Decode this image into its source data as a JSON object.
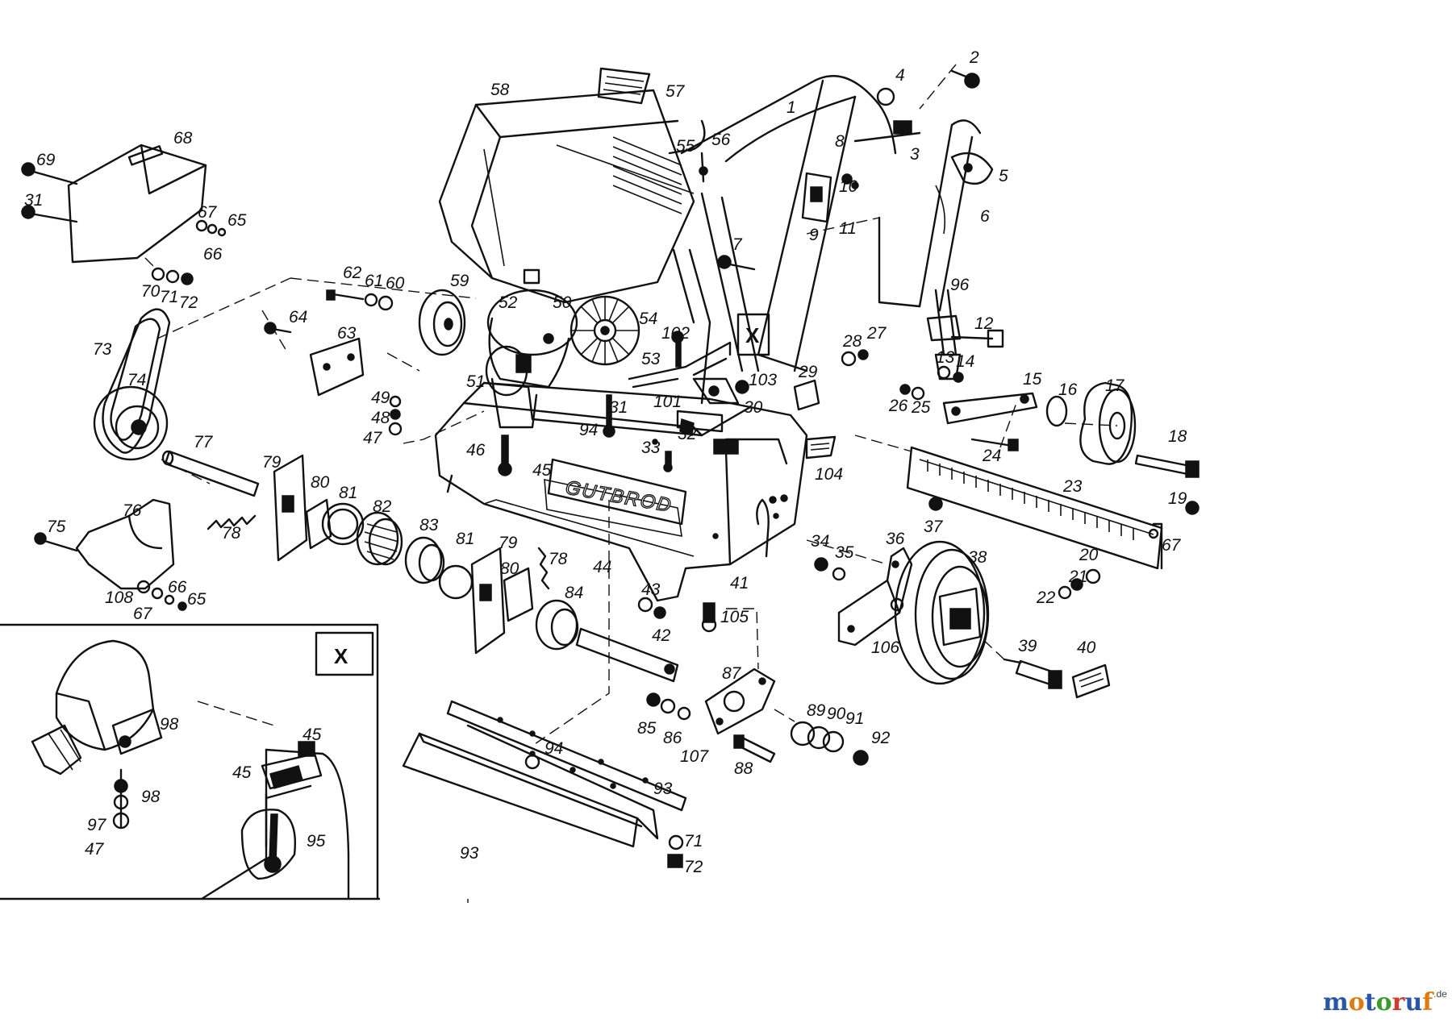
{
  "brand_plate": "GUTBROD",
  "detail_marker": "X",
  "callouts": [
    "1",
    "2",
    "3",
    "4",
    "5",
    "6",
    "7",
    "8",
    "9",
    "10",
    "11",
    "12",
    "13",
    "14",
    "15",
    "16",
    "17",
    "18",
    "19",
    "20",
    "21",
    "22",
    "23",
    "24",
    "25",
    "26",
    "27",
    "28",
    "29",
    "30",
    "31",
    "32",
    "33",
    "34",
    "35",
    "36",
    "37",
    "38",
    "39",
    "40",
    "41",
    "42",
    "43",
    "44",
    "45",
    "46",
    "47",
    "48",
    "49",
    "50",
    "51",
    "52",
    "53",
    "54",
    "55",
    "56",
    "57",
    "58",
    "59",
    "60",
    "61",
    "62",
    "63",
    "64",
    "65",
    "66",
    "67",
    "68",
    "69",
    "70",
    "71",
    "72",
    "73",
    "74",
    "75",
    "76",
    "77",
    "78",
    "79",
    "80",
    "81",
    "82",
    "83",
    "84",
    "85",
    "86",
    "87",
    "88",
    "89",
    "90",
    "91",
    "92",
    "93",
    "94",
    "95",
    "96",
    "97",
    "98",
    "101",
    "102",
    "103",
    "104",
    "105",
    "106",
    "107",
    "108"
  ],
  "watermark": {
    "letters": [
      "m",
      "o",
      "t",
      "o",
      "r",
      "u",
      "f"
    ],
    "letter_colors": [
      "#2a56a8",
      "#e07a10",
      "#2a56a8",
      "#3a9a2a",
      "#d23a2a",
      "#2a56a8",
      "#e07a10"
    ],
    "tld": ".de"
  }
}
